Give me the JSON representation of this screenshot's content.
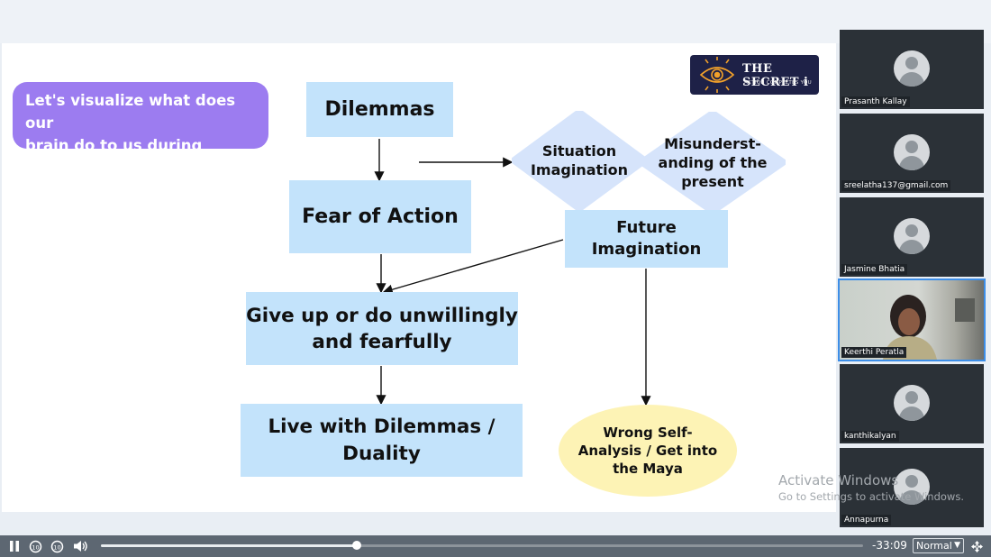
{
  "slide": {
    "callout": {
      "line1": "Let's visualize what does our",
      "line2": "brain do to us during dilemma"
    },
    "logo": {
      "name": "THE SECRET i",
      "tagline": "ACTION COMPLETES YOU"
    },
    "nodes": {
      "dilemmas": "Dilemmas",
      "fear_of_action": "Fear of Action",
      "give_up_line1": "Give up or do unwillingly",
      "give_up_line2": "and fearfully",
      "live_with_line1": "Live with Dilemmas /",
      "live_with_line2": "Duality",
      "situation_line1": "Situation",
      "situation_line2": "Imagination",
      "misunderstanding_line1": "Misunderst-",
      "misunderstanding_line2": "anding of the",
      "misunderstanding_line3": "present",
      "future_line1": "Future",
      "future_line2": "Imagination",
      "wrong_line1": "Wrong Self-",
      "wrong_line2": "Analysis / Get into",
      "wrong_line3": "the  Maya"
    },
    "colors": {
      "box": "#c3e3fb",
      "diamond": "#d6e4fb",
      "callout": "#9c7cf0",
      "ellipse": "#fdf3b5",
      "logo_bg": "#1e2147"
    }
  },
  "watermark": {
    "line1": "Activate Windows",
    "line2": "Go to Settings to activate Windows."
  },
  "participants": [
    {
      "name": "Prasanth Kallay",
      "video": false
    },
    {
      "name": "sreelatha137@gmail.com",
      "video": false
    },
    {
      "name": "Jasmine Bhatia",
      "video": false
    },
    {
      "name": "Keerthi Peratla",
      "video": true,
      "active": true
    },
    {
      "name": "kanthikalyan",
      "video": false
    },
    {
      "name": "Annapurna",
      "video": false
    }
  ],
  "player": {
    "time": "-33:09",
    "speed": "Normal",
    "progress": 0.336,
    "icons": [
      "pause-icon",
      "rewind-10-icon",
      "forward-10-icon",
      "volume-icon",
      "fullscreen-icon"
    ]
  }
}
